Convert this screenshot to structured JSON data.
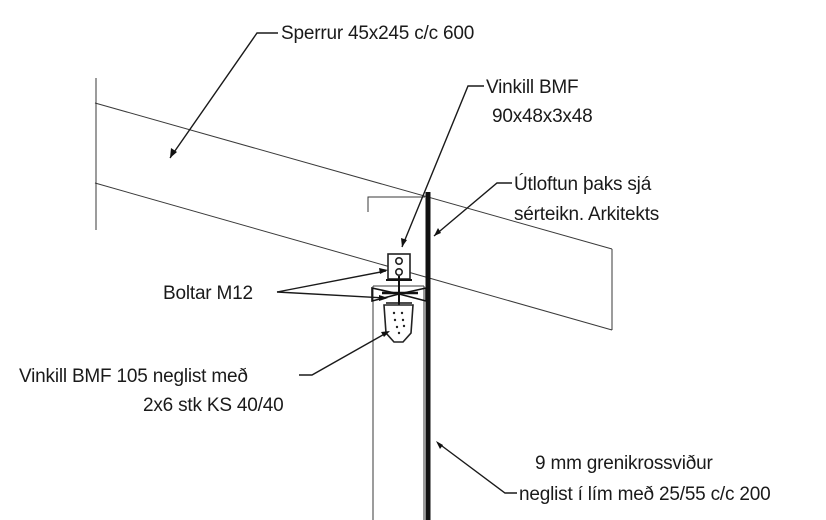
{
  "labels": {
    "rafters": "Sperrur 45x245 c/c 600",
    "bracket_top_line1": "Vinkill BMF",
    "bracket_top_line2": "90x48x3x48",
    "eave_line1": "Útloftun þaks sjá",
    "eave_line2": "sérteikn. Arkitekts",
    "bolts": "Boltar M12",
    "bracket_bottom_line1": "Vinkill BMF 105 neglist með",
    "bracket_bottom_line2": "2x6 stk KS 40/40",
    "plywood_line1": "9 mm grenikrossviður",
    "plywood_line2": "neglist í lím með 25/55 c/c 200"
  },
  "colors": {
    "ink": "#1a1a1a",
    "background": "#ffffff"
  }
}
